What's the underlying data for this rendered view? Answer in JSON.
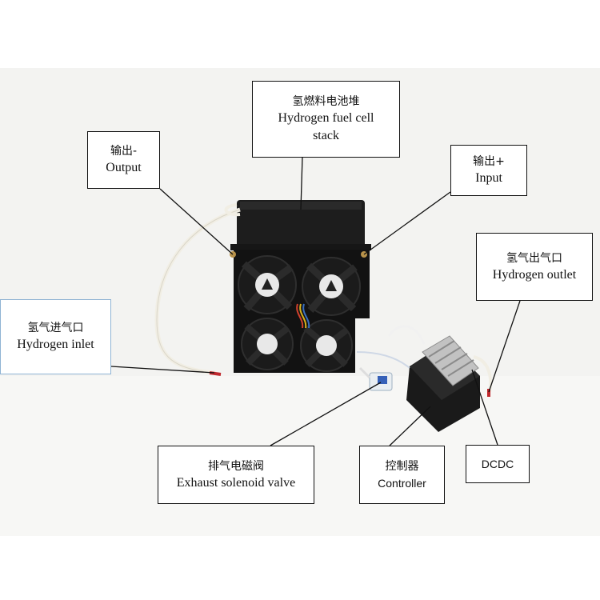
{
  "image": {
    "colors": {
      "background": "#ffffff",
      "backdrop": "#f2f2f0",
      "stack_body": "#1c1c1c",
      "fan_frame": "#111111",
      "fan_hub": "#e8e8e8",
      "tube": "#f3f0e6",
      "tube_tip": "#c0282d",
      "heatsink": "#b9b9b9",
      "label_border": "#111111",
      "inlet_label_border": "#8fb3d3"
    }
  },
  "labels": {
    "stack": {
      "zh": "氢燃料电池堆",
      "en_line1": "Hydrogen fuel cell",
      "en_line2": "stack"
    },
    "output_minus": {
      "zh": "输出-",
      "en": "Output"
    },
    "input_plus": {
      "zh": "输出+",
      "en": "Input"
    },
    "hydrogen_outlet": {
      "zh": "氢气出气口",
      "en": "Hydrogen outlet"
    },
    "hydrogen_inlet": {
      "zh": "氢气进气口",
      "en": "Hydrogen inlet"
    },
    "exhaust_valve": {
      "zh": "排气电磁阀",
      "en": "Exhaust solenoid valve"
    },
    "controller": {
      "zh": "控制器",
      "en": "Controller"
    },
    "dcdc": {
      "en": "DCDC"
    }
  }
}
